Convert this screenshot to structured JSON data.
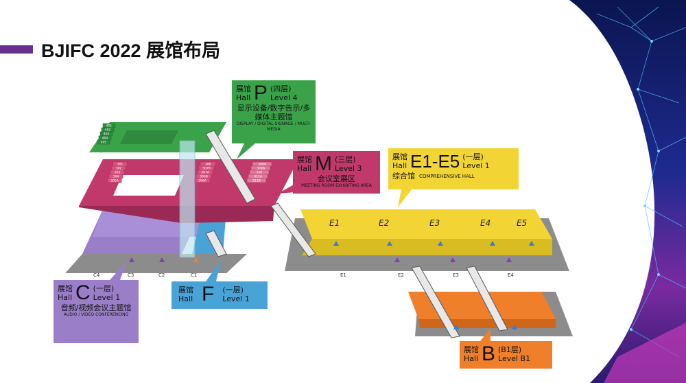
{
  "header": {
    "title": "BJIFC 2022 展馆布局"
  },
  "callouts": {
    "p": {
      "zh_hall": "展馆",
      "en_hall": "Hall",
      "letter": "P",
      "zh_level": "(四层)",
      "en_level": "Level 4",
      "zh_desc": "显示设备/数字告示/多媒体主题馆",
      "en_desc": "DISPLAY / DIGITAL SIGNAGE / MULTI-MEDIA",
      "color": "#3aa34a"
    },
    "m": {
      "zh_hall": "展馆",
      "en_hall": "Hall",
      "letter": "M",
      "zh_level": "(三层)",
      "en_level": "Level 3",
      "zh_desc": "会议室展区",
      "en_desc": "MEETING ROOM EXHIBITING AREA",
      "color": "#c0396a"
    },
    "e": {
      "zh_hall": "展馆",
      "en_hall": "Hall",
      "letter": "E1-E5",
      "zh_level": "(一层)",
      "en_level": "Level 1",
      "zh_desc": "综合馆",
      "en_desc": "COMPREHENSIVE HALL",
      "color": "#f2d434"
    },
    "c": {
      "zh_hall": "展馆",
      "en_hall": "Hall",
      "letter": "C",
      "zh_level": "(一层)",
      "en_level": "Level 1",
      "zh_desc": "音频/视频会议主题馆",
      "en_desc": "AUDIO / VIDEO CONFERENCING",
      "color": "#9a7fc8"
    },
    "f": {
      "zh_hall": "展馆",
      "en_hall": "Hall",
      "letter": "F",
      "zh_level": "(一层)",
      "en_level": "Level 1",
      "color": "#4aa3d6"
    },
    "b": {
      "zh_hall": "展馆",
      "en_hall": "Hall",
      "letter": "B",
      "zh_level": "(B1层)",
      "en_level": "Level B1",
      "color": "#ef7f2a"
    }
  },
  "map": {
    "e_halls": [
      "E1",
      "E2",
      "E3",
      "E4",
      "E5"
    ],
    "gates": [
      "C4",
      "C3",
      "C2",
      "C1",
      "E1",
      "E2",
      "E3",
      "E4"
    ],
    "p_rooms": [
      "401",
      "402",
      "403",
      "404",
      "405"
    ],
    "m_rooms_left": [
      "301",
      "302",
      "303",
      "304",
      "305A"
    ],
    "m_rooms_mid": [
      "308",
      "307B",
      "307A",
      "306B",
      "306A"
    ],
    "m_rooms_right": [
      "309A",
      "309B",
      "310",
      "311A",
      "311B"
    ],
    "colors": {
      "p": "#3aa34a",
      "m": "#c0396a",
      "e": "#f2d434",
      "c": "#9a7fc8",
      "f": "#4aa3d6",
      "b": "#ef7f2a",
      "floor": "#8c8c8c",
      "accent_purple": "#6a2f8f",
      "deco_blue": "#3b3fb8",
      "deco_magenta": "#c43ab8"
    }
  }
}
